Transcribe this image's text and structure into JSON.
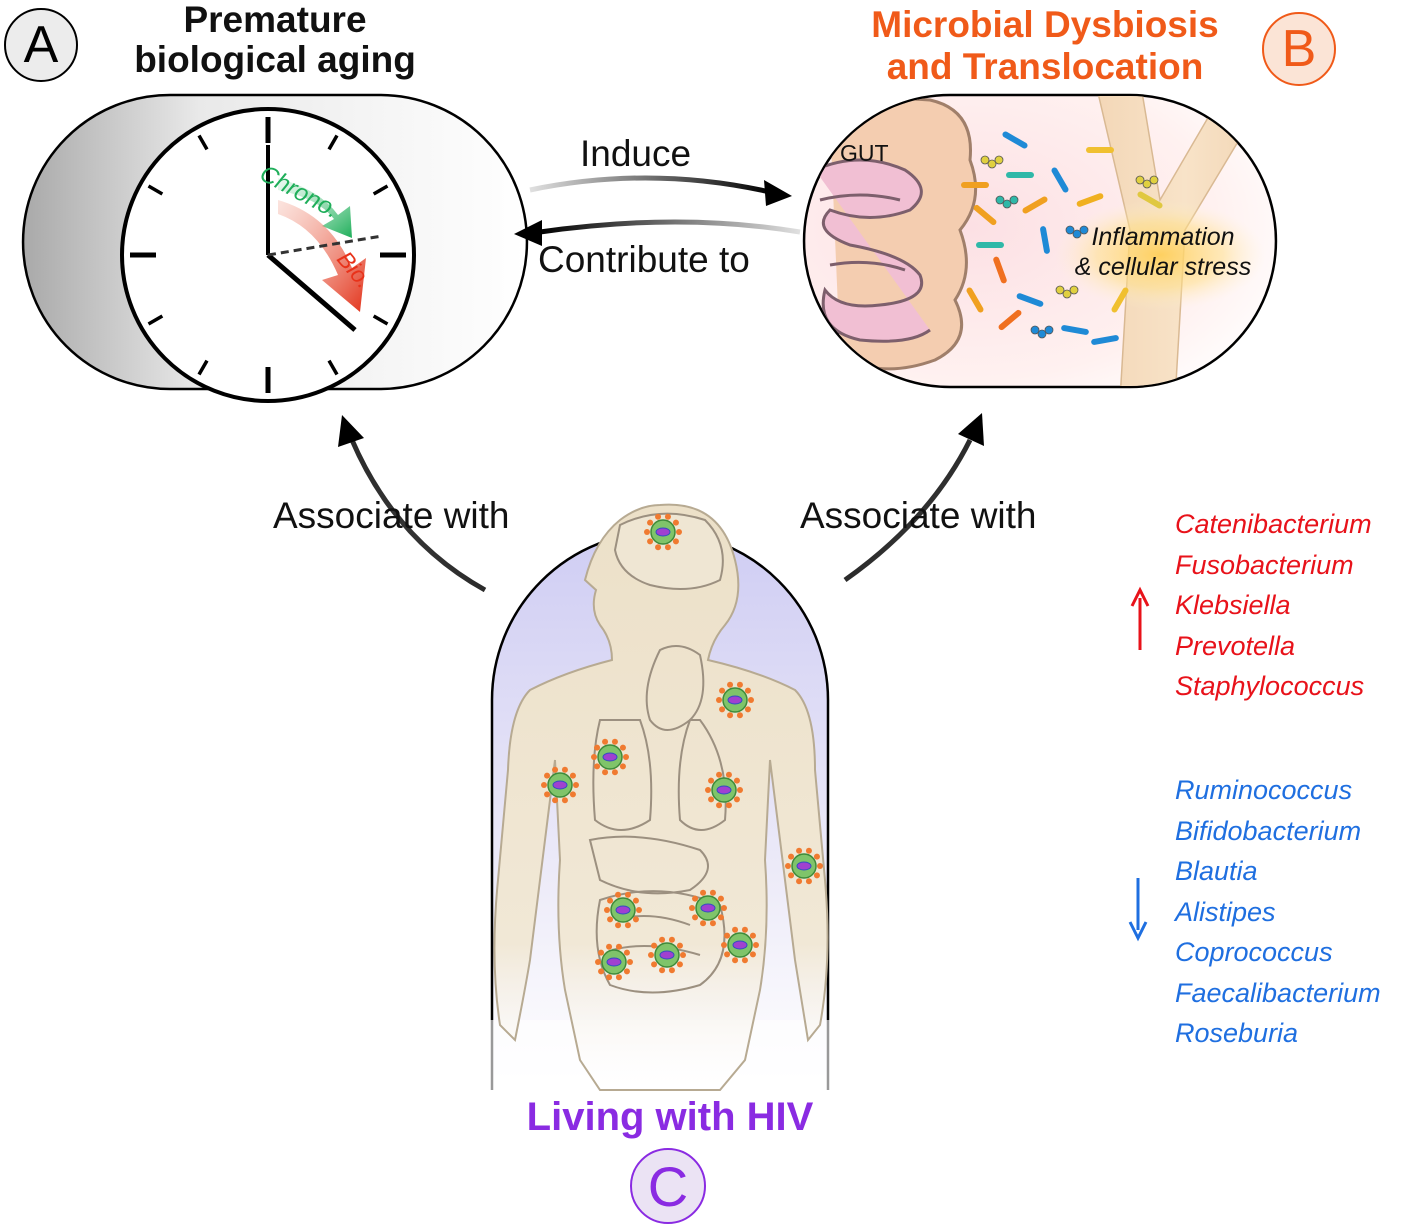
{
  "panels": {
    "a": {
      "badge": "A",
      "title_line1": "Premature",
      "title_line2": "biological aging"
    },
    "b": {
      "badge": "B",
      "title_line1": "Microbial Dysbiosis",
      "title_line2": "and Translocation"
    },
    "c": {
      "badge": "C",
      "title": "Living with HIV"
    }
  },
  "clock": {
    "chrono_label": "Chrono.",
    "bio_label": "Bio."
  },
  "gut": {
    "gut_label": "GUT",
    "inflammation_line1": "Inflammation",
    "inflammation_line2": "& cellular stress"
  },
  "arrows": {
    "induce": "Induce",
    "contribute": "Contribute to",
    "associate_left": "Associate with",
    "associate_right": "Associate with"
  },
  "increased_genera": [
    "Catenibacterium",
    "Fusobacterium",
    "Klebsiella",
    "Prevotella",
    "Staphylococcus"
  ],
  "decreased_genera": [
    "Ruminococcus",
    "Bifidobacterium",
    "Blautia",
    "Alistipes",
    "Coprococcus",
    "Faecalibacterium",
    "Roseburia"
  ],
  "colors": {
    "chrono": "#1fae5a",
    "bio": "#e8321a",
    "increase": "#e8121a",
    "decrease": "#1f6fe0",
    "hiv": "#8a2be2",
    "microbial": "#f05a19"
  }
}
